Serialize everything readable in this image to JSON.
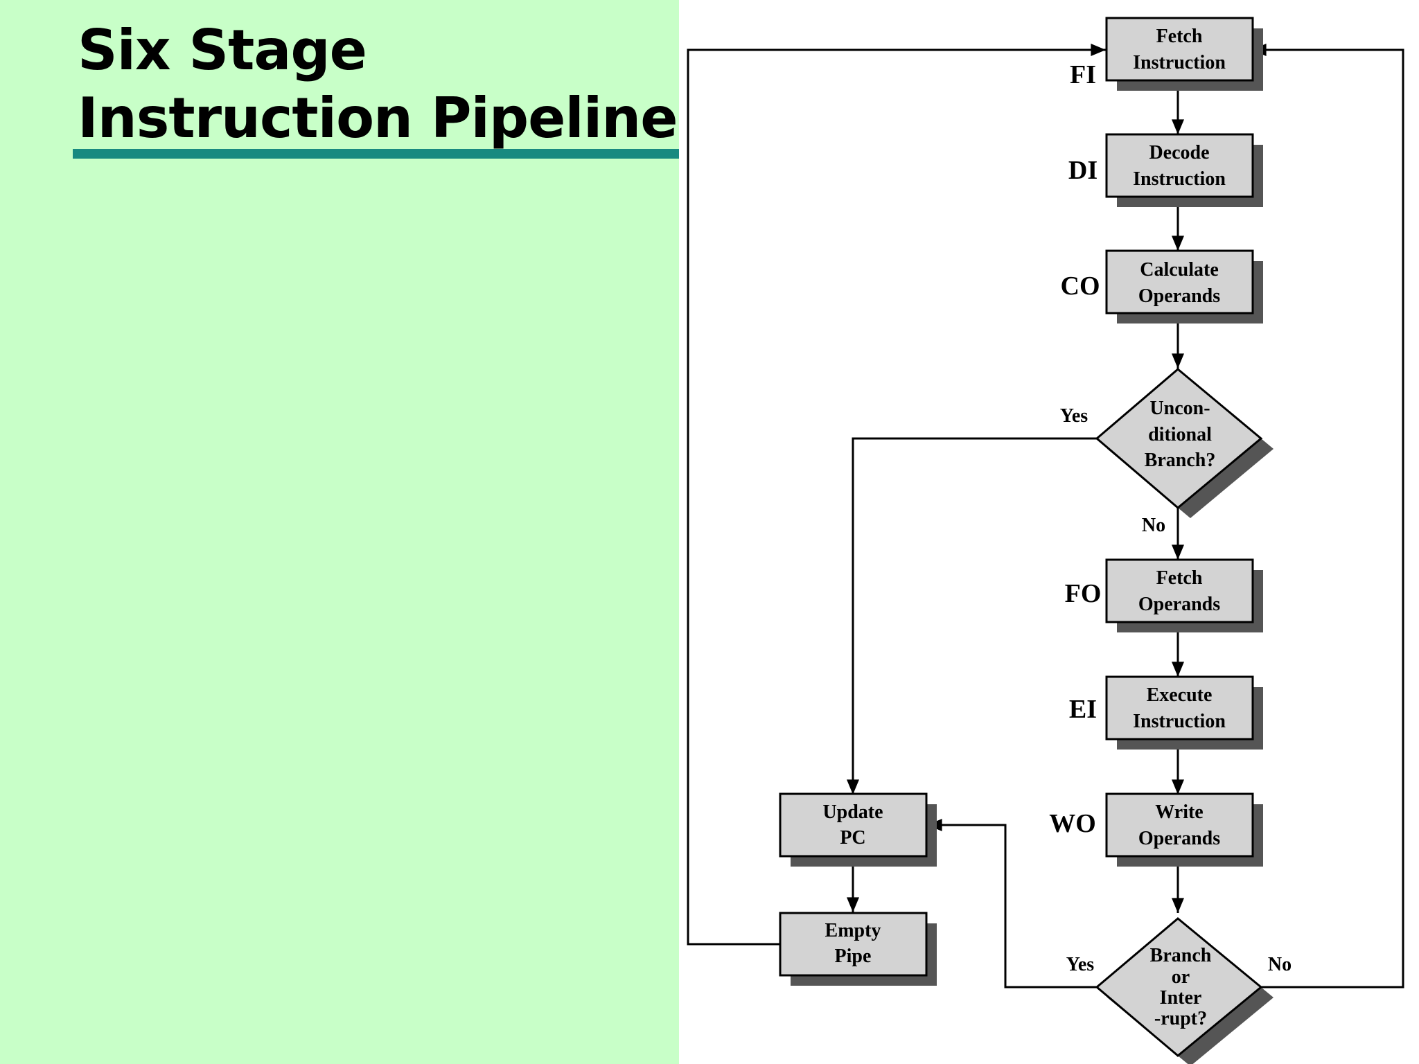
{
  "title": {
    "line1": "Six Stage",
    "line2": "Instruction Pipeline"
  },
  "colors": {
    "left_background": "#c8ffc8",
    "title_rule": "#188a80",
    "box_fill": "#d3d3d3",
    "box_shadow": "#555555"
  },
  "stages": {
    "fi": {
      "label": "FI",
      "line1": "Fetch",
      "line2": "Instruction"
    },
    "di": {
      "label": "DI",
      "line1": "Decode",
      "line2": "Instruction"
    },
    "co": {
      "label": "CO",
      "line1": "Calculate",
      "line2": "Operands"
    },
    "fo": {
      "label": "FO",
      "line1": "Fetch",
      "line2": "Operands"
    },
    "ei": {
      "label": "EI",
      "line1": "Execute",
      "line2": "Instruction"
    },
    "wo": {
      "label": "WO",
      "line1": "Write",
      "line2": "Operands"
    }
  },
  "decisions": {
    "unconditional": {
      "line1": "Uncon-",
      "line2": "ditional",
      "line3": "Branch?",
      "yes": "Yes",
      "no": "No"
    },
    "interrupt": {
      "line1": "Branch",
      "line2": "or",
      "line3": "Inter",
      "line4": "-rupt?",
      "yes": "Yes",
      "no": "No"
    }
  },
  "side_boxes": {
    "update_pc": {
      "line1": "Update",
      "line2": "PC"
    },
    "empty_pipe": {
      "line1": "Empty",
      "line2": "Pipe"
    }
  }
}
